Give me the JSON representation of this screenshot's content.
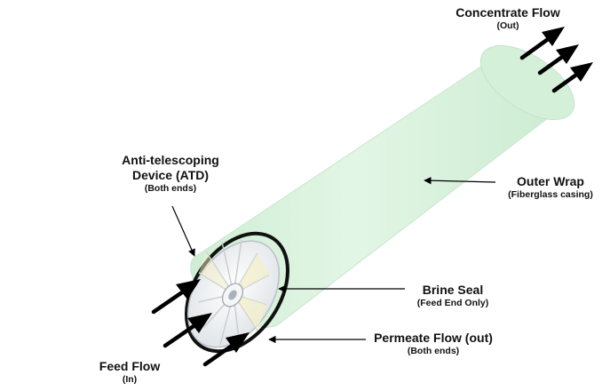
{
  "labels": {
    "concentrate": {
      "title": "Concentrate Flow",
      "sub": "(Out)"
    },
    "atd": {
      "line1": "Anti-telescoping",
      "line2": "Device (ATD)",
      "sub": "(Both ends)"
    },
    "outer_wrap": {
      "title": "Outer Wrap",
      "sub": "(Fiberglass casing)"
    },
    "brine_seal": {
      "title": "Brine Seal",
      "sub": "(Feed End Only)"
    },
    "permeate": {
      "title": "Permeate Flow (out)",
      "sub": "(Both ends)"
    },
    "feed": {
      "title": "Feed Flow",
      "sub": "(In)"
    }
  },
  "colors": {
    "tube": "#d8f2dc",
    "tube_edge": "#c4e8ca",
    "seal": "#111111",
    "endcap": "#e9ecef",
    "arrow": "#000000"
  },
  "icons": [
    "flow-arrow-icon",
    "pointer-arrow-icon"
  ]
}
